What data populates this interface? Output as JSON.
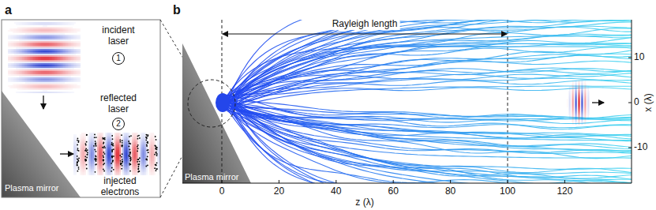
{
  "diagram": {
    "labels": [
      "a",
      "incident laser",
      "1",
      "reflected laser",
      "2",
      "injected electrons",
      "Plasma mirror",
      "b",
      "Rayleigh length",
      "Plasma mirror",
      "0",
      "20",
      "40",
      "60",
      "80",
      "100",
      "120",
      "z (λ)",
      "10",
      "0",
      "-10",
      "x (λ)"
    ]
  }
}
